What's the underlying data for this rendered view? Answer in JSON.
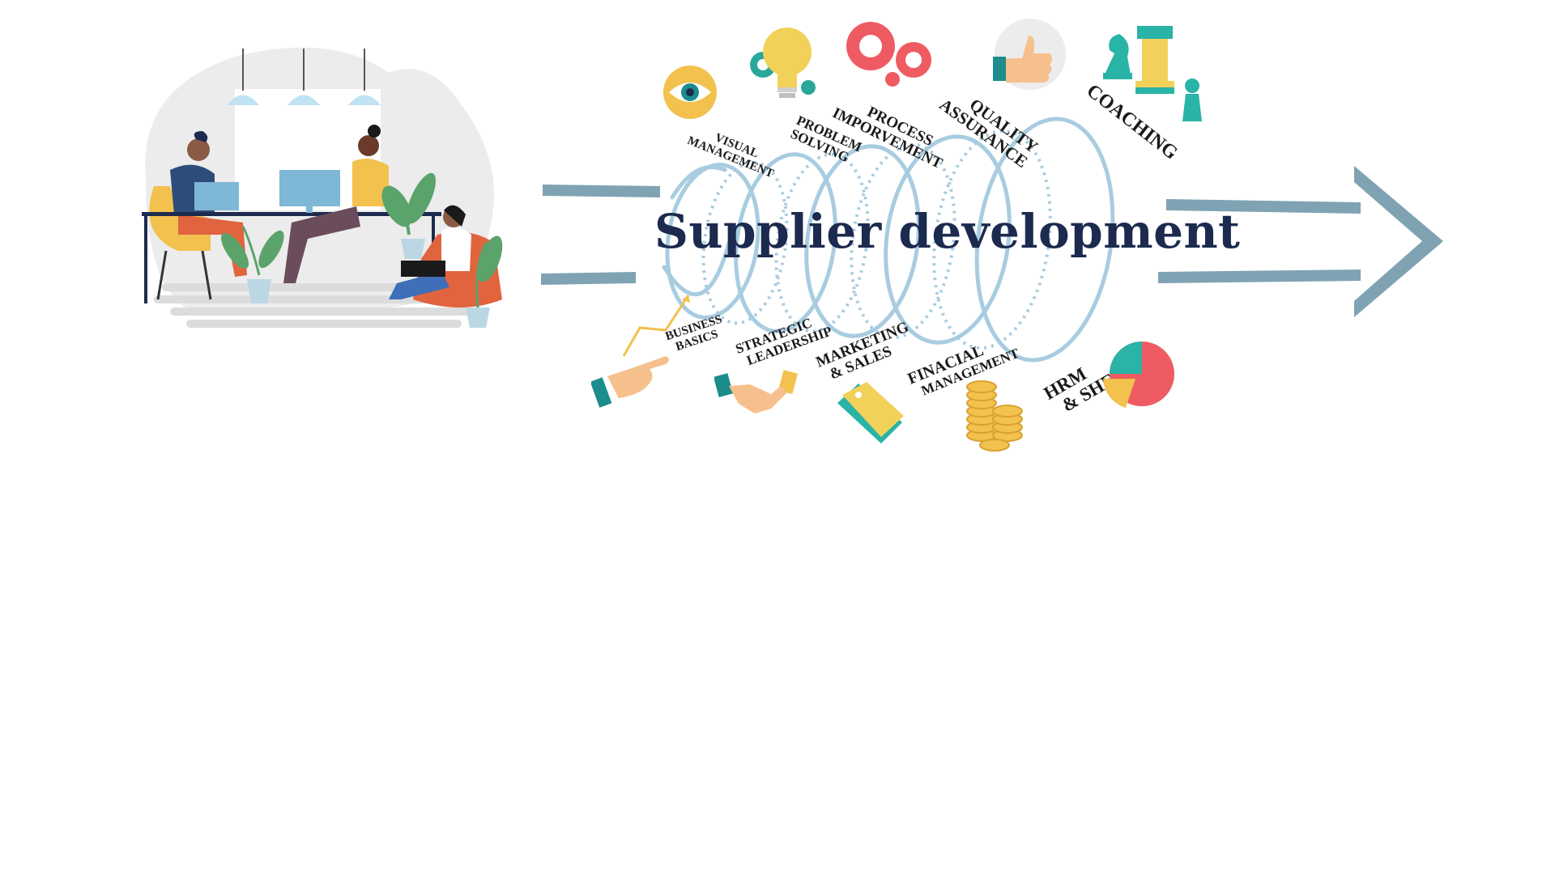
{
  "title": "Supplier development",
  "top_labels": [
    {
      "lines": [
        "VISUAL",
        "MANAGEMENT"
      ],
      "icon": "eye-icon"
    },
    {
      "lines": [
        "PROBLEM",
        "SOLVING"
      ],
      "icon": "lightbulb-icon"
    },
    {
      "lines": [
        "PROCESS",
        "IMPORVEMENT"
      ],
      "icon": "gears-icon"
    },
    {
      "lines": [
        "QUALITY",
        "ASSURANCE"
      ],
      "icon": "thumbs-up-icon"
    },
    {
      "lines": [
        "COACHING"
      ],
      "icon": "chess-pieces-icon"
    }
  ],
  "bottom_labels": [
    {
      "lines": [
        "BUSINESS",
        "BASICS"
      ],
      "icon": "pointing-hand-chart-icon"
    },
    {
      "lines": [
        "STRATEGIC",
        "LEADERSHIP"
      ],
      "icon": "handshake-icon"
    },
    {
      "lines": [
        "MARKETING",
        "& SALES"
      ],
      "icon": "price-tag-icon"
    },
    {
      "lines": [
        "FINACIAL",
        "MANAGEMENT"
      ],
      "icon": "coins-icon"
    },
    {
      "lines": [
        "HRM",
        "& SHEQ"
      ],
      "icon": "pie-chart-icon"
    }
  ],
  "colors": {
    "title": "#1b2a4e",
    "arrow": "#7fa3b3",
    "spiral": "#a8cce0"
  },
  "illustration": "office-team-illustration"
}
